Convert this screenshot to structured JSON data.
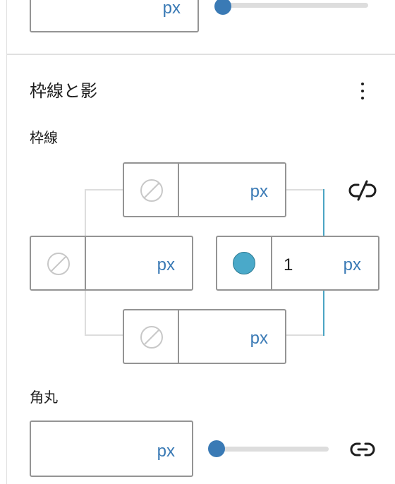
{
  "units": {
    "px": "px"
  },
  "top_partial": {
    "size_unit": "px"
  },
  "panel": {
    "title": "枠線と影",
    "options_icon": "more-vertical-icon"
  },
  "border": {
    "label": "枠線",
    "top": {
      "width_value": "",
      "unit": "px",
      "color": "none"
    },
    "left": {
      "width_value": "",
      "unit": "px",
      "color": "none"
    },
    "right": {
      "width_value": "1",
      "unit": "px",
      "color": "#4aa9c9"
    },
    "bottom": {
      "width_value": "",
      "unit": "px",
      "color": "none"
    },
    "link_icon": "unlink-icon"
  },
  "radius": {
    "label": "角丸",
    "value": "",
    "unit": "px",
    "slider_level": 0,
    "link_icon": "link-icon"
  },
  "colors": {
    "accent": "#3a7ab5",
    "border_color": "#4aa9c9"
  }
}
